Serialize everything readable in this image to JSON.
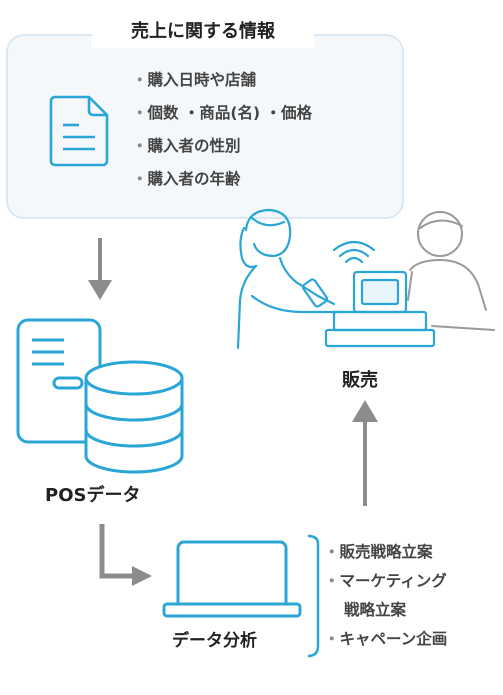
{
  "info_box": {
    "title": "売上に関する情報",
    "items": [
      "購入日時や店舗",
      "個数 ・商品(名) ・価格",
      "購入者の性別",
      "購入者の年齢"
    ]
  },
  "labels": {
    "sales": "販売",
    "pos_data": "POSデータ",
    "data_analysis": "データ分析"
  },
  "uses": [
    "販売戦略立案",
    "マーケティング",
    "戦略立案",
    "キャペーン企画"
  ],
  "colors": {
    "accent": "#29a6d6",
    "arrow": "#8c8c8c",
    "box_bg": "#f5f8fb",
    "box_border": "#dbe8f2"
  },
  "icons": [
    "document-icon",
    "server-database-icon",
    "laptop-icon",
    "cashier-customer-illustration"
  ]
}
